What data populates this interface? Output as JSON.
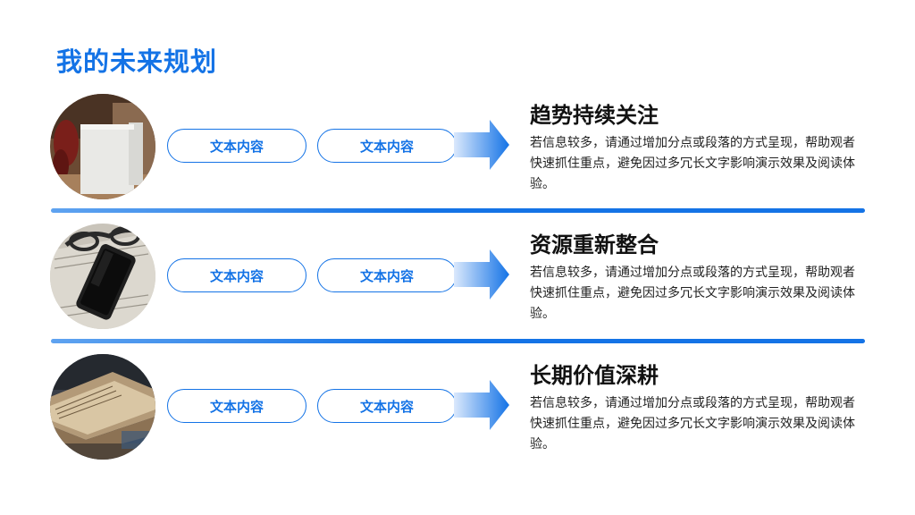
{
  "page": {
    "title": "我的未来规划"
  },
  "rows": [
    {
      "pill1": "文本内容",
      "pill2": "文本内容",
      "heading": "趋势持续关注",
      "description": "若信息较多，请通过增加分点或段落的方式呈现，帮助观者快速抓住重点，避免因过多冗长文字影响演示效果及阅读体验。"
    },
    {
      "pill1": "文本内容",
      "pill2": "文本内容",
      "heading": "资源重新整合",
      "description": "若信息较多，请通过增加分点或段落的方式呈现，帮助观者快速抓住重点，避免因过多冗长文字影响演示效果及阅读体验。"
    },
    {
      "pill1": "文本内容",
      "pill2": "文本内容",
      "heading": "长期价值深耕",
      "description": "若信息较多，请通过增加分点或段落的方式呈现，帮助观者快速抓住重点，避免因过多冗长文字影响演示效果及阅读体验。"
    }
  ],
  "colors": {
    "accent": "#1473e6",
    "arrow_light": "#dbe9fc"
  },
  "images": [
    "blank-card-photo",
    "smartphone-glasses-newspaper-photo",
    "stacked-newspapers-photo"
  ]
}
